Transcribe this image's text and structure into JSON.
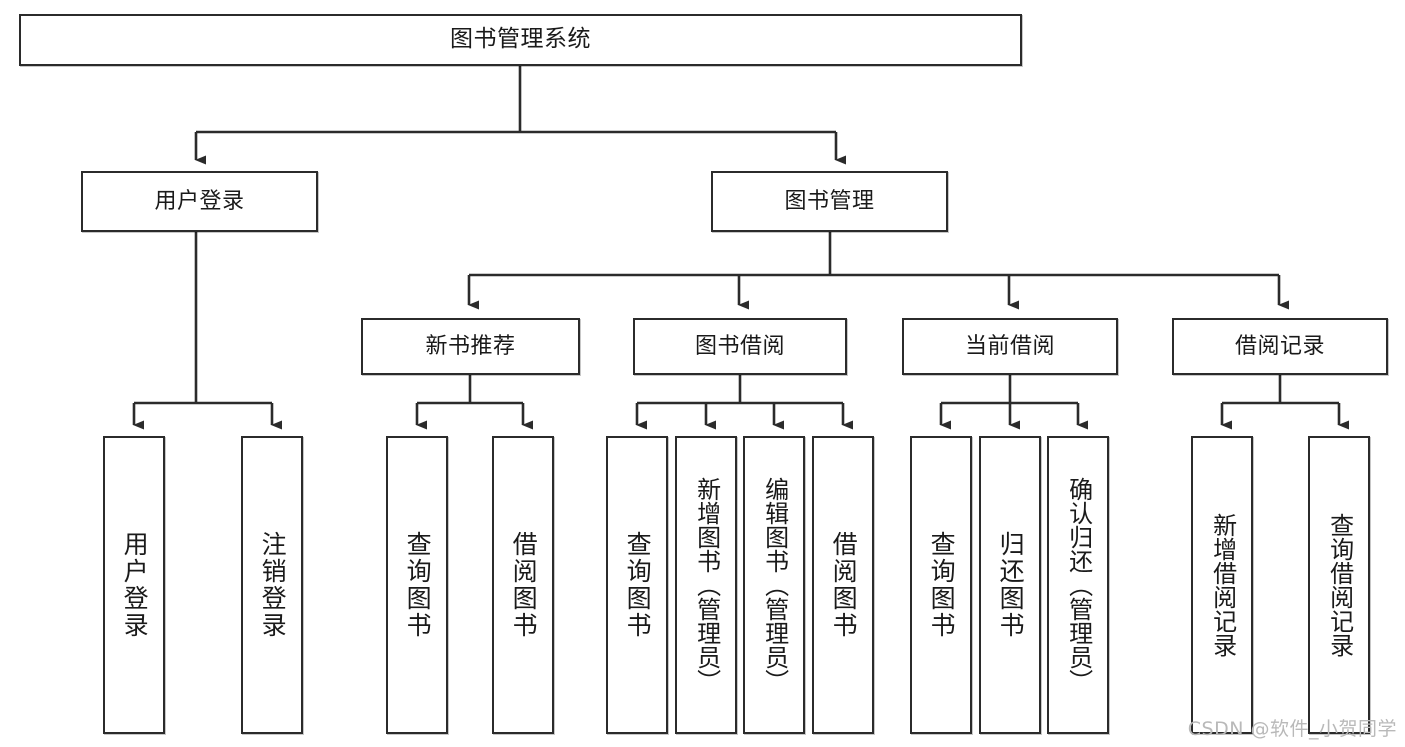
{
  "diagram": {
    "title": "图书管理系统",
    "type": "tree-hierarchy-chart",
    "watermark": "CSDN @软件_小贺同学",
    "colors": {
      "box_border": "#2b2b2b",
      "box_fill": "#ffffff",
      "connector": "#2b2b2b",
      "text": "#1a1a1a",
      "watermark": "#b9b9b9",
      "background": "#ffffff"
    },
    "levels": {
      "root": {
        "label": "图书管理系统"
      },
      "level2": [
        {
          "label": "用户登录"
        },
        {
          "label": "图书管理"
        }
      ],
      "level3": [
        {
          "label": "新书推荐"
        },
        {
          "label": "图书借阅"
        },
        {
          "label": "当前借阅"
        },
        {
          "label": "借阅记录"
        }
      ],
      "level4": [
        {
          "label": "用户登录",
          "parent": "用户登录"
        },
        {
          "label": "注销登录",
          "parent": "用户登录"
        },
        {
          "label": "查询图书",
          "parent": "新书推荐"
        },
        {
          "label": "借阅图书",
          "parent": "新书推荐"
        },
        {
          "label": "查询图书",
          "parent": "图书借阅"
        },
        {
          "label": "新增图书（管理员）",
          "parent": "图书借阅"
        },
        {
          "label": "编辑图书（管理员）",
          "parent": "图书借阅"
        },
        {
          "label": "借阅图书",
          "parent": "图书借阅"
        },
        {
          "label": "查询图书",
          "parent": "当前借阅"
        },
        {
          "label": "归还图书",
          "parent": "当前借阅"
        },
        {
          "label": "确认归还（管理员）",
          "parent": "当前借阅"
        },
        {
          "label": "新增借阅记录",
          "parent": "借阅记录"
        },
        {
          "label": "查询借阅记录",
          "parent": "借阅记录"
        }
      ]
    }
  }
}
